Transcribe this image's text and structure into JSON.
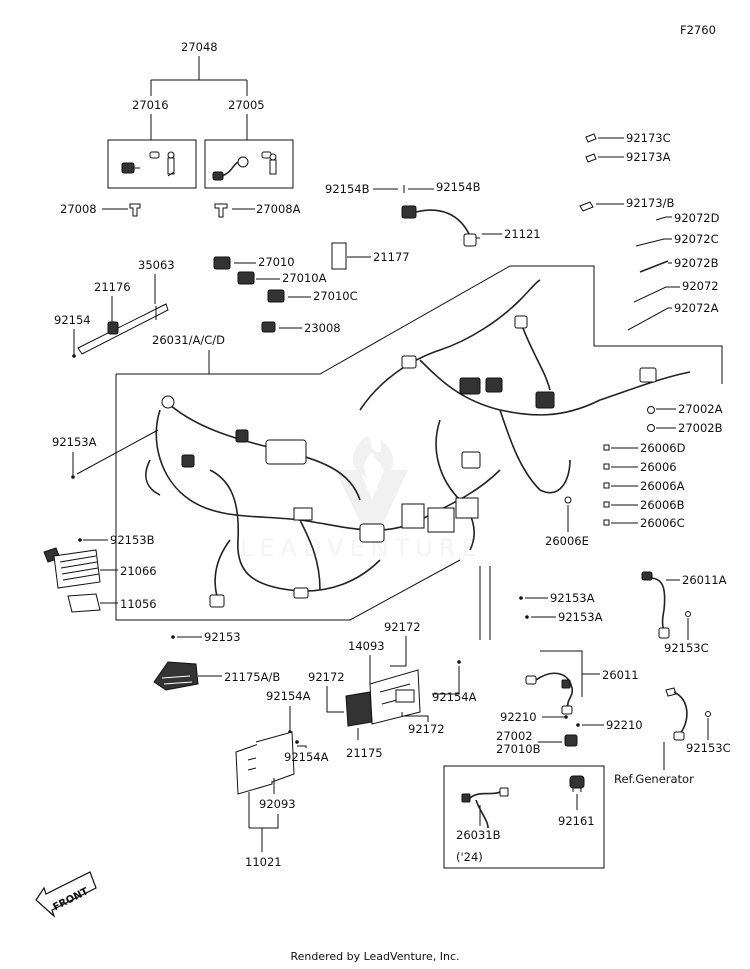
{
  "figure_code": "F2760",
  "footer": "Rendered by LeadVenture, Inc.",
  "labels": {
    "p27048": "27048",
    "p27016": "27016",
    "p27005": "27005",
    "p27008": "27008",
    "p27008A": "27008A",
    "p35063": "35063",
    "p21176": "21176",
    "p92154": "92154",
    "p27010": "27010",
    "p27010A": "27010A",
    "p27010C": "27010C",
    "p23008": "23008",
    "p21177": "21177",
    "p92154B_l": "92154B",
    "p92154B_r": "92154B",
    "p21121": "21121",
    "p92173C": "92173C",
    "p92173A": "92173A",
    "p92173B": "92173/B",
    "p92072D": "92072D",
    "p92072C": "92072C",
    "p92072B": "92072B",
    "p92072": "92072",
    "p92072A": "92072A",
    "p26031": "26031/A/C/D",
    "p92153A_l": "92153A",
    "p27002A": "27002A",
    "p27002B": "27002B",
    "p26006D": "26006D",
    "p26006": "26006",
    "p26006A": "26006A",
    "p26006B": "26006B",
    "p26006C": "26006C",
    "p26006E": "26006E",
    "p92153B": "92153B",
    "p21066": "21066",
    "p11056": "11056",
    "p92153A_r1": "92153A",
    "p92153A_r2": "92153A",
    "p26011A": "26011A",
    "p92153C_1": "92153C",
    "p92153": "92153",
    "p92172_top": "92172",
    "p14093": "14093",
    "p21175AB": "21175A/B",
    "p92172_l": "92172",
    "p92154A_r": "92154A",
    "p92154A_l": "92154A",
    "p92172_b": "92172",
    "p21175": "21175",
    "p26011": "26011",
    "p92210_l": "92210",
    "p92210_r": "92210",
    "p27002": "27002",
    "p27010B": "27010B",
    "p92153C_2": "92153C",
    "ref_generator": "Ref.Generator",
    "p92154A_b": "92154A",
    "p92093": "92093",
    "p11021": "11021",
    "p26031B": "26031B",
    "p92161": "92161",
    "year_note": "('24)",
    "front": "FRONT"
  }
}
